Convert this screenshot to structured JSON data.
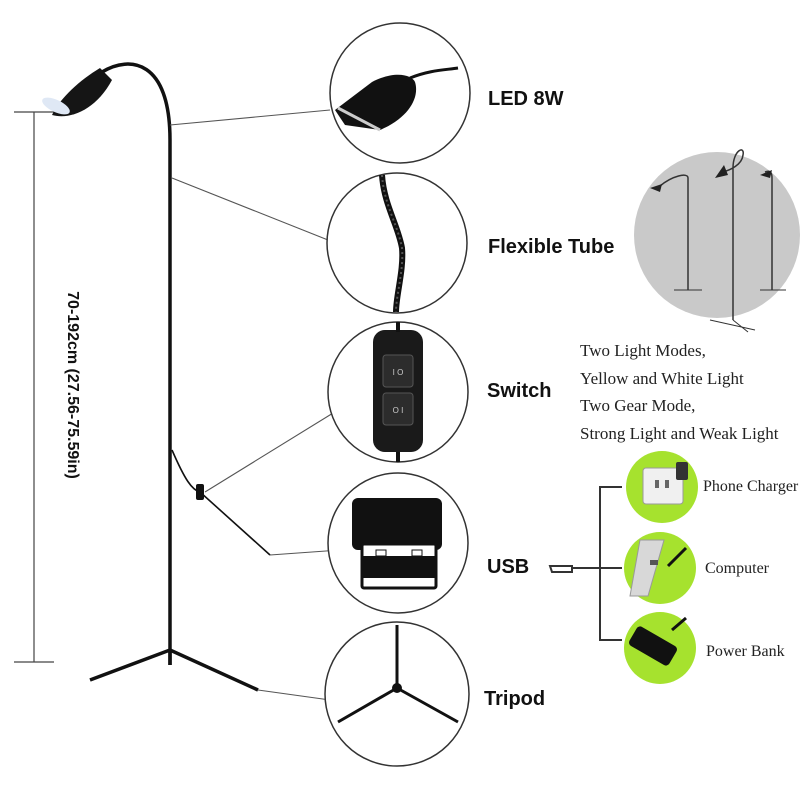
{
  "height_label": "70-192cm  (27.56-75.59in)",
  "parts": {
    "led": "LED 8W",
    "tube": "Flexible Tube",
    "switch": "Switch",
    "usb": "USB",
    "tripod": "Tripod"
  },
  "features": [
    "Two Light Modes,",
    "Yellow and White Light",
    "Two Gear Mode,",
    "Strong Light and Weak Light"
  ],
  "power_sources": [
    {
      "label": "Phone Charger",
      "icon": "wall-outlet-icon"
    },
    {
      "label": "Computer",
      "icon": "laptop-port-icon"
    },
    {
      "label": "Power Bank",
      "icon": "power-bank-icon"
    }
  ],
  "colors": {
    "accent_green": "#a6e22e",
    "lamp_black": "#111111",
    "circle_stroke": "#333333"
  }
}
